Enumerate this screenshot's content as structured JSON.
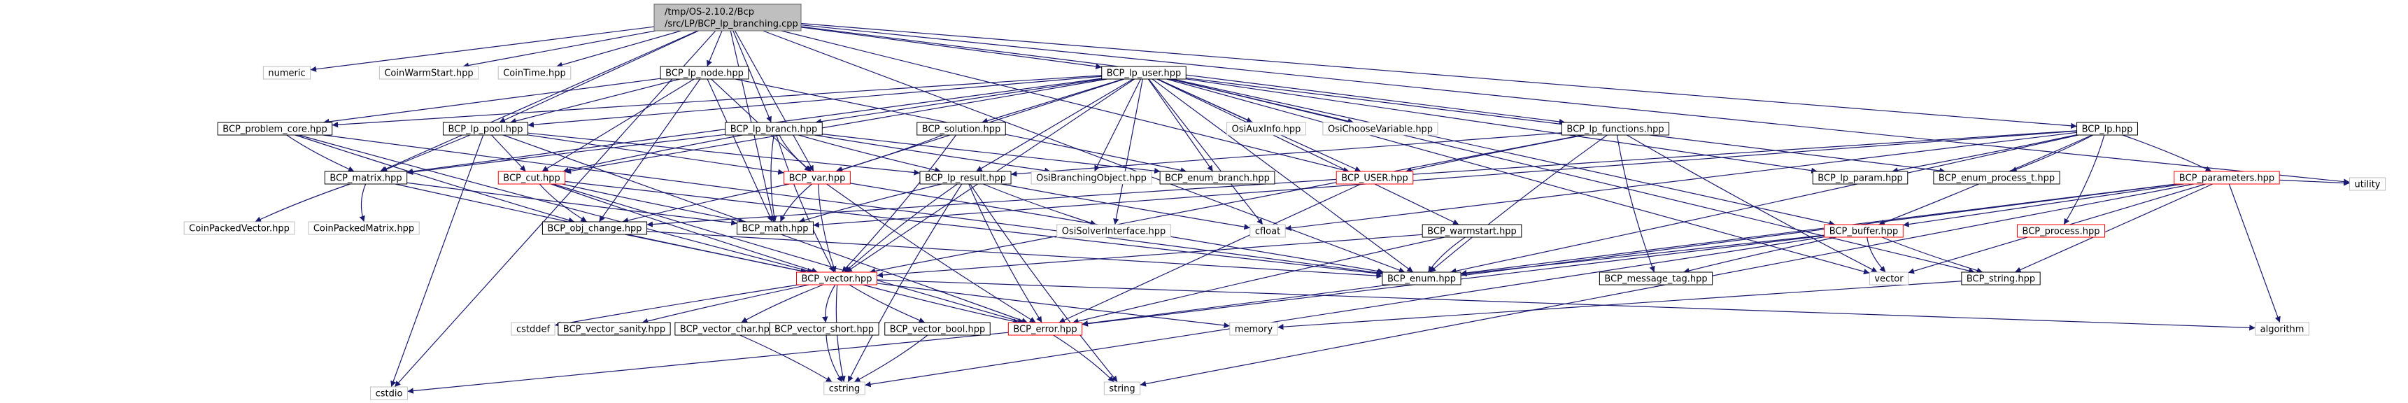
{
  "diagram": {
    "colors": {
      "edge": "#191970",
      "root_fill": "#bfbfbf",
      "node_border_documented": "#000000",
      "node_border_truncated": "#ff0000",
      "node_border_external": "#bfbfbf"
    },
    "root": {
      "line1": "/tmp/OS-2.10.2/Bcp",
      "line2": "/src/LP/BCP_lp_branching.cpp"
    },
    "nodes": [
      {
        "id": "numeric",
        "label": "numeric",
        "kind": "external"
      },
      {
        "id": "coinwarm",
        "label": "CoinWarmStart.hpp",
        "kind": "external"
      },
      {
        "id": "cointime",
        "label": "CoinTime.hpp",
        "kind": "external"
      },
      {
        "id": "lp_node",
        "label": "BCP_lp_node.hpp",
        "kind": "documented"
      },
      {
        "id": "lp_user",
        "label": "BCP_lp_user.hpp",
        "kind": "documented"
      },
      {
        "id": "problem_core",
        "label": "BCP_problem_core.hpp",
        "kind": "documented"
      },
      {
        "id": "lp_pool",
        "label": "BCP_lp_pool.hpp",
        "kind": "documented"
      },
      {
        "id": "lp_branch",
        "label": "BCP_lp_branch.hpp",
        "kind": "documented"
      },
      {
        "id": "solution",
        "label": "BCP_solution.hpp",
        "kind": "documented"
      },
      {
        "id": "osiauxinfo",
        "label": "OsiAuxInfo.hpp",
        "kind": "external"
      },
      {
        "id": "osichoose",
        "label": "OsiChooseVariable.hpp",
        "kind": "external"
      },
      {
        "id": "lp_functions",
        "label": "BCP_lp_functions.hpp",
        "kind": "documented"
      },
      {
        "id": "lp",
        "label": "BCP_lp.hpp",
        "kind": "documented"
      },
      {
        "id": "matrix",
        "label": "BCP_matrix.hpp",
        "kind": "documented"
      },
      {
        "id": "cut",
        "label": "BCP_cut.hpp",
        "kind": "truncated"
      },
      {
        "id": "var",
        "label": "BCP_var.hpp",
        "kind": "truncated"
      },
      {
        "id": "lp_result",
        "label": "BCP_lp_result.hpp",
        "kind": "documented"
      },
      {
        "id": "osibranching",
        "label": "OsiBranchingObject.hpp",
        "kind": "external"
      },
      {
        "id": "enum_branch",
        "label": "BCP_enum_branch.hpp",
        "kind": "documented"
      },
      {
        "id": "user",
        "label": "BCP_USER.hpp",
        "kind": "truncated"
      },
      {
        "id": "lp_param",
        "label": "BCP_lp_param.hpp",
        "kind": "documented"
      },
      {
        "id": "enum_process_t",
        "label": "BCP_enum_process_t.hpp",
        "kind": "documented"
      },
      {
        "id": "parameters",
        "label": "BCP_parameters.hpp",
        "kind": "truncated"
      },
      {
        "id": "utility",
        "label": "utility",
        "kind": "external"
      },
      {
        "id": "coinpackedvector",
        "label": "CoinPackedVector.hpp",
        "kind": "external"
      },
      {
        "id": "coinpackedmatrix",
        "label": "CoinPackedMatrix.hpp",
        "kind": "external"
      },
      {
        "id": "obj_change",
        "label": "BCP_obj_change.hpp",
        "kind": "documented"
      },
      {
        "id": "math",
        "label": "BCP_math.hpp",
        "kind": "documented"
      },
      {
        "id": "osisolver",
        "label": "OsiSolverInterface.hpp",
        "kind": "external"
      },
      {
        "id": "cfloat",
        "label": "cfloat",
        "kind": "external"
      },
      {
        "id": "warmstart",
        "label": "BCP_warmstart.hpp",
        "kind": "documented"
      },
      {
        "id": "buffer",
        "label": "BCP_buffer.hpp",
        "kind": "truncated"
      },
      {
        "id": "process",
        "label": "BCP_process.hpp",
        "kind": "truncated"
      },
      {
        "id": "vector",
        "label": "BCP_vector.hpp",
        "kind": "truncated"
      },
      {
        "id": "enum",
        "label": "BCP_enum.hpp",
        "kind": "documented"
      },
      {
        "id": "message_tag",
        "label": "BCP_message_tag.hpp",
        "kind": "documented"
      },
      {
        "id": "vector_std",
        "label": "vector",
        "kind": "external"
      },
      {
        "id": "string_hpp",
        "label": "BCP_string.hpp",
        "kind": "documented"
      },
      {
        "id": "cstddef",
        "label": "cstddef",
        "kind": "external"
      },
      {
        "id": "vector_sanity",
        "label": "BCP_vector_sanity.hpp",
        "kind": "documented"
      },
      {
        "id": "vector_char",
        "label": "BCP_vector_char.hpp",
        "kind": "documented"
      },
      {
        "id": "vector_short",
        "label": "BCP_vector_short.hpp",
        "kind": "documented"
      },
      {
        "id": "vector_bool",
        "label": "BCP_vector_bool.hpp",
        "kind": "documented"
      },
      {
        "id": "error",
        "label": "BCP_error.hpp",
        "kind": "truncated"
      },
      {
        "id": "memory",
        "label": "memory",
        "kind": "external"
      },
      {
        "id": "algorithm",
        "label": "algorithm",
        "kind": "external"
      },
      {
        "id": "cstdio",
        "label": "cstdio",
        "kind": "external"
      },
      {
        "id": "cstring",
        "label": "cstring",
        "kind": "external"
      },
      {
        "id": "string_std",
        "label": "string",
        "kind": "external"
      }
    ],
    "edges": [
      [
        "root",
        "numeric"
      ],
      [
        "root",
        "coinwarm"
      ],
      [
        "root",
        "cointime"
      ],
      [
        "root",
        "lp_node"
      ],
      [
        "root",
        "lp_user"
      ],
      [
        "root",
        "lp_functions"
      ],
      [
        "root",
        "lp"
      ],
      [
        "root",
        "lp_branch"
      ],
      [
        "root",
        "lp_pool"
      ],
      [
        "root",
        "matrix"
      ],
      [
        "root",
        "cstdio"
      ],
      [
        "root",
        "utility"
      ],
      [
        "root",
        "var"
      ],
      [
        "root",
        "enum"
      ],
      [
        "root",
        "user"
      ],
      [
        "root",
        "math"
      ],
      [
        "lp_node",
        "problem_core"
      ],
      [
        "lp_node",
        "lp_pool"
      ],
      [
        "lp_node",
        "cut"
      ],
      [
        "lp_node",
        "var"
      ],
      [
        "lp_node",
        "math"
      ],
      [
        "lp_node",
        "enum_branch"
      ],
      [
        "lp_node",
        "obj_change"
      ],
      [
        "lp_user",
        "problem_core"
      ],
      [
        "lp_user",
        "lp_pool"
      ],
      [
        "lp_user",
        "lp_branch"
      ],
      [
        "lp_user",
        "solution"
      ],
      [
        "lp_user",
        "osiauxinfo"
      ],
      [
        "lp_user",
        "osichoose"
      ],
      [
        "lp_user",
        "matrix"
      ],
      [
        "lp_user",
        "cut"
      ],
      [
        "lp_user",
        "var"
      ],
      [
        "lp_user",
        "lp_result"
      ],
      [
        "lp_user",
        "osibranching"
      ],
      [
        "lp_user",
        "enum_branch"
      ],
      [
        "lp_user",
        "user"
      ],
      [
        "lp_user",
        "lp_param"
      ],
      [
        "lp_user",
        "enum_process_t"
      ],
      [
        "lp_user",
        "osisolver"
      ],
      [
        "lp_user",
        "warmstart"
      ],
      [
        "lp_user",
        "buffer"
      ],
      [
        "lp_user",
        "vector"
      ],
      [
        "lp_user",
        "vector_std"
      ],
      [
        "lp_user",
        "string_hpp"
      ],
      [
        "lp_user",
        "enum"
      ],
      [
        "lp_user",
        "cfloat"
      ],
      [
        "problem_core",
        "matrix"
      ],
      [
        "problem_core",
        "obj_change"
      ],
      [
        "problem_core",
        "vector"
      ],
      [
        "problem_core",
        "enum"
      ],
      [
        "lp_pool",
        "matrix"
      ],
      [
        "lp_pool",
        "cut"
      ],
      [
        "lp_pool",
        "var"
      ],
      [
        "lp_pool",
        "lp_result"
      ],
      [
        "lp_pool",
        "error"
      ],
      [
        "lp_pool",
        "cstdio"
      ],
      [
        "lp_branch",
        "cut"
      ],
      [
        "lp_branch",
        "var"
      ],
      [
        "lp_branch",
        "lp_result"
      ],
      [
        "lp_branch",
        "osibranching"
      ],
      [
        "lp_branch",
        "enum_branch"
      ],
      [
        "lp_branch",
        "math"
      ],
      [
        "lp_branch",
        "vector"
      ],
      [
        "lp_branch",
        "matrix"
      ],
      [
        "solution",
        "var"
      ],
      [
        "solution",
        "vector"
      ],
      [
        "lp_functions",
        "lp_result"
      ],
      [
        "lp_functions",
        "user"
      ],
      [
        "lp_functions",
        "message_tag"
      ],
      [
        "lp_functions",
        "vector"
      ],
      [
        "lp_functions",
        "vector_std"
      ],
      [
        "lp_functions",
        "enum"
      ],
      [
        "lp",
        "lp_param"
      ],
      [
        "lp",
        "enum_process_t"
      ],
      [
        "lp",
        "parameters"
      ],
      [
        "lp",
        "process"
      ],
      [
        "lp",
        "buffer"
      ],
      [
        "lp",
        "enum"
      ],
      [
        "lp",
        "math"
      ],
      [
        "lp",
        "obj_change"
      ],
      [
        "lp",
        "cfloat"
      ],
      [
        "matrix",
        "coinpackedvector"
      ],
      [
        "matrix",
        "coinpackedmatrix"
      ],
      [
        "matrix",
        "vector"
      ],
      [
        "matrix",
        "math"
      ],
      [
        "cut",
        "obj_change"
      ],
      [
        "cut",
        "math"
      ],
      [
        "cut",
        "vector"
      ],
      [
        "cut",
        "enum"
      ],
      [
        "cut",
        "error"
      ],
      [
        "var",
        "obj_change"
      ],
      [
        "var",
        "math"
      ],
      [
        "var",
        "vector"
      ],
      [
        "var",
        "error"
      ],
      [
        "var",
        "enum"
      ],
      [
        "lp_result",
        "osisolver"
      ],
      [
        "lp_result",
        "math"
      ],
      [
        "lp_result",
        "vector"
      ],
      [
        "lp_result",
        "error"
      ],
      [
        "lp_result",
        "cfloat"
      ],
      [
        "lp_result",
        "string_std"
      ],
      [
        "lp_result",
        "cstring"
      ],
      [
        "user",
        "error"
      ],
      [
        "parameters",
        "buffer"
      ],
      [
        "parameters",
        "string_hpp"
      ],
      [
        "parameters",
        "utility"
      ],
      [
        "parameters",
        "algorithm"
      ],
      [
        "parameters",
        "string_std"
      ],
      [
        "parameters",
        "vector_std"
      ],
      [
        "parameters",
        "error"
      ],
      [
        "parameters",
        "enum"
      ],
      [
        "obj_change",
        "vector"
      ],
      [
        "obj_change",
        "enum"
      ],
      [
        "warmstart",
        "vector"
      ],
      [
        "warmstart",
        "enum"
      ],
      [
        "warmstart",
        "error"
      ],
      [
        "buffer",
        "message_tag"
      ],
      [
        "buffer",
        "vector_std"
      ],
      [
        "buffer",
        "string_hpp"
      ],
      [
        "buffer",
        "error"
      ],
      [
        "buffer",
        "cstring"
      ],
      [
        "buffer",
        "enum"
      ],
      [
        "string_hpp",
        "memory"
      ],
      [
        "vector",
        "cstddef"
      ],
      [
        "vector",
        "vector_sanity"
      ],
      [
        "vector",
        "vector_char"
      ],
      [
        "vector",
        "vector_short"
      ],
      [
        "vector",
        "vector_bool"
      ],
      [
        "vector",
        "error"
      ],
      [
        "vector",
        "memory"
      ],
      [
        "vector",
        "algorithm"
      ],
      [
        "vector",
        "cstring"
      ],
      [
        "vector_char",
        "cstring"
      ],
      [
        "vector_short",
        "cstring"
      ],
      [
        "vector_bool",
        "cstring"
      ],
      [
        "error",
        "string_std"
      ],
      [
        "error",
        "cstdio"
      ]
    ]
  }
}
